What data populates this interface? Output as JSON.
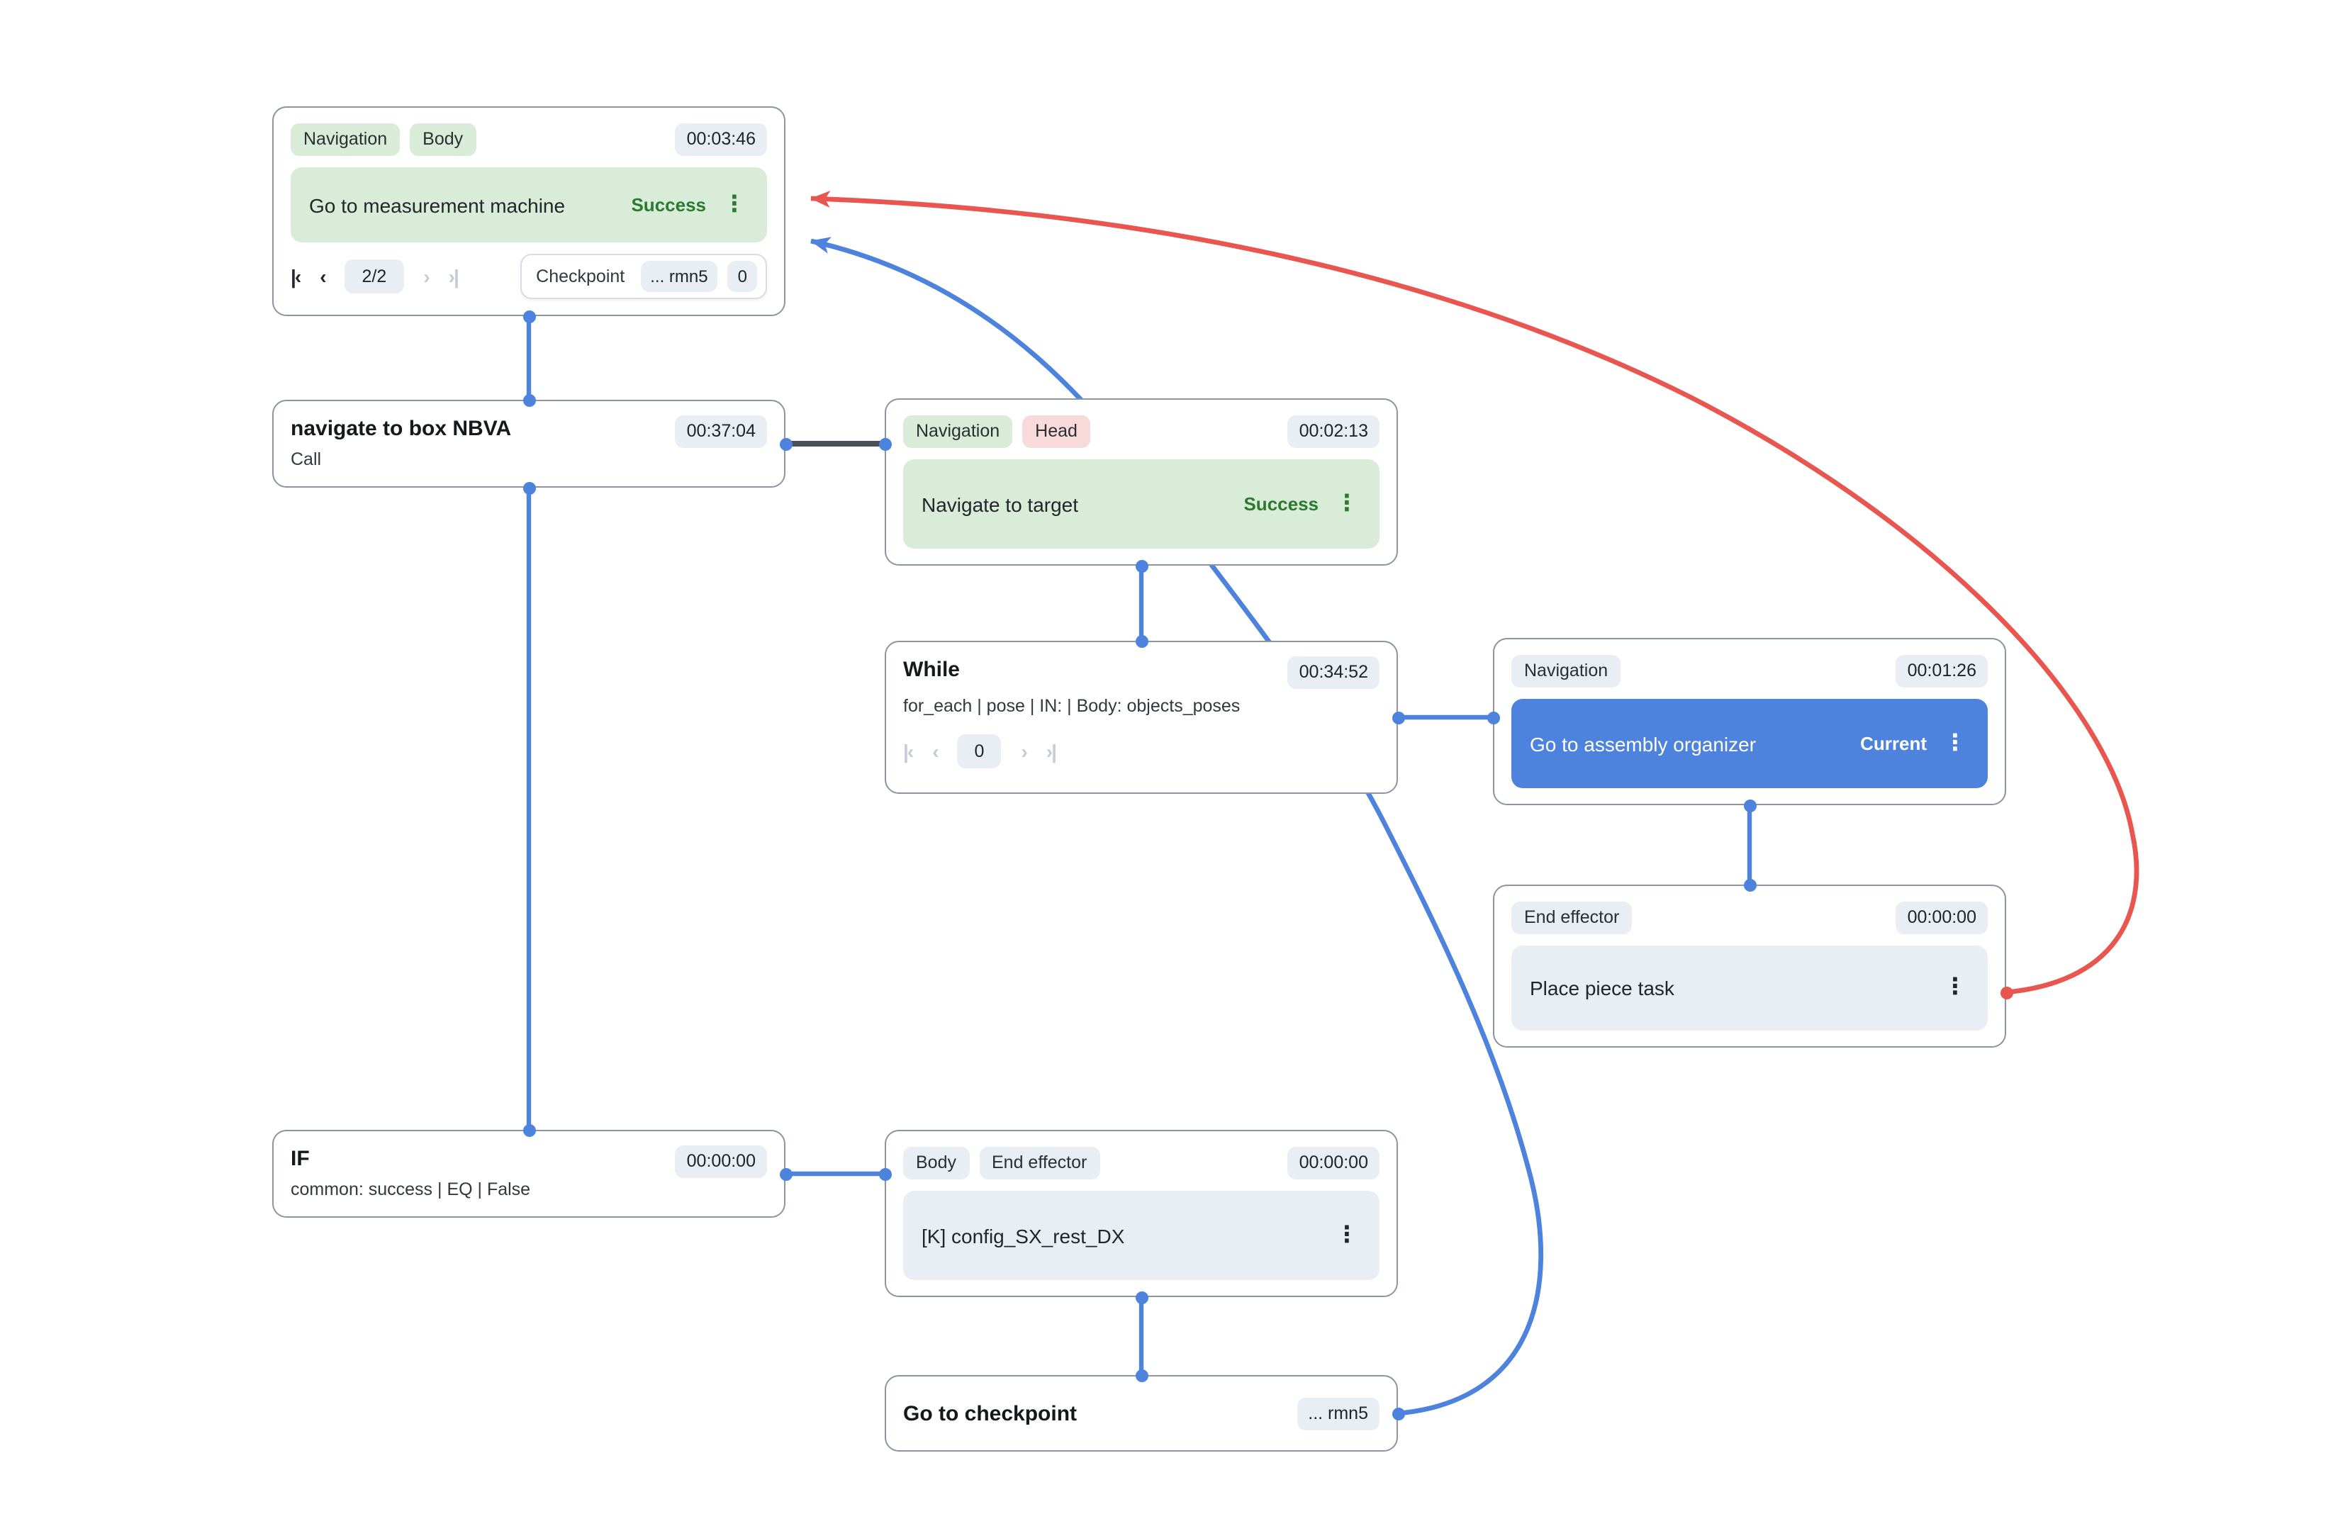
{
  "colors": {
    "edge_blue": "#4d82dd",
    "edge_red": "#e8564f",
    "edge_dark": "#4b5158",
    "success_green": "#2c7a2f",
    "row_green": "#d8ecd8",
    "row_blue": "#4d82dd",
    "row_gray": "#e9edf4",
    "tag_pink": "#f8dada"
  },
  "glyphs": {
    "kebab": "⋮",
    "pager_first": "|‹",
    "pager_prev": "‹",
    "pager_next": "›",
    "pager_last": "›|"
  },
  "nodes": {
    "measurement": {
      "tags": [
        "Navigation",
        "Body"
      ],
      "time": "00:03:46",
      "task": "Go to measurement machine",
      "status": "Success",
      "pager_page": "2/2",
      "checkpoint_label": "Checkpoint",
      "checkpoint_tag": "... rmn5",
      "checkpoint_count": "0"
    },
    "navigate_box": {
      "title": "navigate to box NBVA",
      "subtitle": "Call",
      "time": "00:37:04"
    },
    "navigate_target": {
      "tags": [
        "Navigation",
        "Head"
      ],
      "time": "00:02:13",
      "task": "Navigate to target",
      "status": "Success"
    },
    "while_loop": {
      "title": "While",
      "subtitle": "for_each | pose | IN: | Body: objects_poses",
      "time": "00:34:52",
      "pager_page": "0"
    },
    "assembly": {
      "tags": [
        "Navigation"
      ],
      "time": "00:01:26",
      "task": "Go to assembly organizer",
      "status": "Current"
    },
    "place_piece": {
      "tags": [
        "End effector"
      ],
      "time": "00:00:00",
      "task": "Place piece task"
    },
    "if_node": {
      "title": "IF",
      "subtitle": "common: success | EQ | False",
      "time": "00:00:00"
    },
    "config": {
      "tags": [
        "Body",
        "End effector"
      ],
      "time": "00:00:00",
      "task": "[K] config_SX_rest_DX"
    },
    "checkpoint": {
      "title": "Go to checkpoint",
      "badge": "... rmn5"
    }
  }
}
